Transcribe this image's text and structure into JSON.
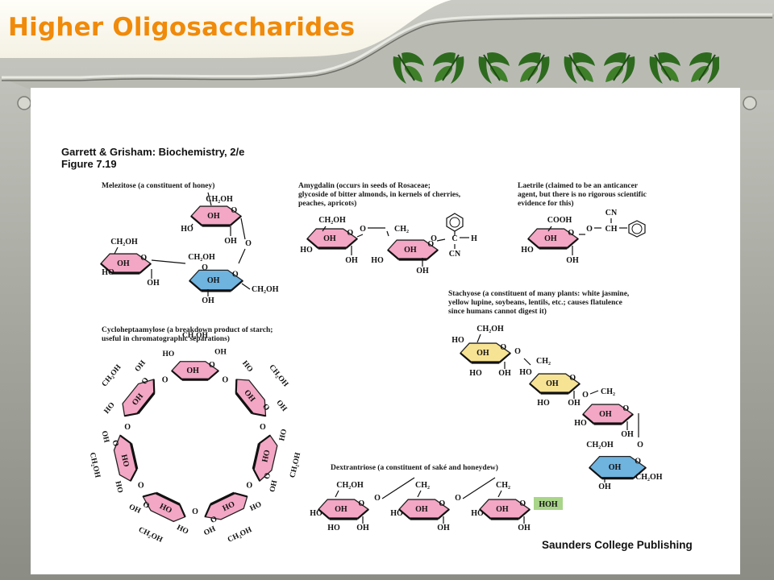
{
  "slide": {
    "title": "Higher Oligosaccharides",
    "leaf_count": 8
  },
  "figure": {
    "header_line1": "Garrett & Grisham: Biochemistry, 2/e",
    "header_line2": "Figure 7.19",
    "publisher": "Saunders College Publishing"
  },
  "compounds": {
    "melezitose": {
      "caption": [
        "Melezitose (a constituent of honey)"
      ]
    },
    "amygdalin": {
      "caption": [
        "Amygdalin (occurs in seeds of Rosaceae;",
        "glycoside of bitter almonds, in kernels of cherries,",
        "peaches, apricots)"
      ]
    },
    "laetrile": {
      "caption": [
        "Laetrile (claimed to be an anticancer",
        "agent, but there is no rigorous scientific",
        "evidence for this)"
      ]
    },
    "stachyose": {
      "caption": [
        "Stachyose (a constituent of many plants: white jasmine,",
        "yellow lupine, soybeans, lentils, etc.; causes flatulence",
        "since humans cannot digest it)"
      ]
    },
    "cycloheptaamylose": {
      "caption": [
        "Cycloheptaamylose (a breakdown product of starch;",
        "useful in chromatographic separations)"
      ]
    },
    "dextrantriose": {
      "caption": [
        "Dextrantriose (a constituent of saké and honeydew)"
      ]
    }
  },
  "labels": {
    "ch2oh": "CH₂OH",
    "oh": "OH",
    "ho": "HO",
    "o": "O",
    "ch2": "CH₂",
    "cn": "CN",
    "c": "C",
    "h": "H",
    "cooh": "COOH",
    "ch": "CH",
    "hoh": "HOH"
  },
  "colors": {
    "title": "#f08a0a",
    "frame": "#8e9188",
    "pink_ring": "#f3a7c4",
    "blue_ring": "#6fb3df",
    "yellow_ring": "#f7e394",
    "green_highlight": "#a9d58a",
    "leaf": "#2d6a1e"
  }
}
